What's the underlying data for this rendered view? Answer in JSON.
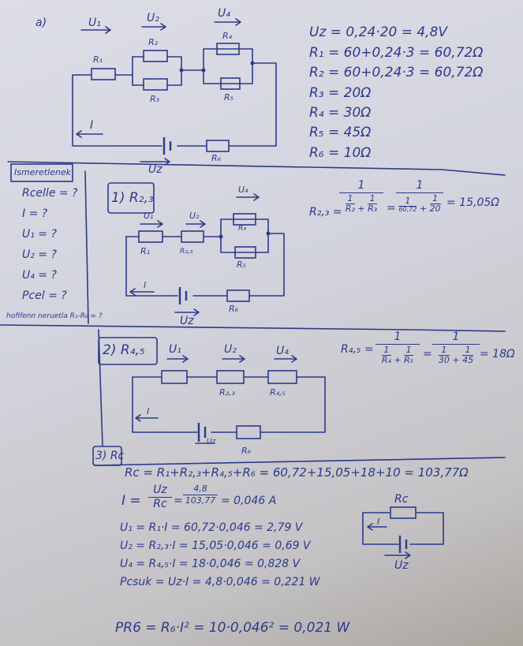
{
  "part_label": "a)",
  "circuit1": {
    "labels": {
      "u1": "U₁",
      "u2": "U₂",
      "u4": "U₄",
      "r1": "R₁",
      "r2": "R₂",
      "r3": "R₃",
      "r4": "R₄",
      "r5": "R₅",
      "r6": "R₆",
      "i": "I",
      "uz": "Uz"
    }
  },
  "given": [
    "Uz = 0,24·20 = 4,8V",
    "R₁ = 60+0,24·3 = 60,72Ω",
    "R₂ = 60+0,24·3 = 60,72Ω",
    "R₃ = 20Ω",
    "R₄ = 30Ω",
    "R₅ = 45Ω",
    "R₆ = 10Ω"
  ],
  "unknowns_box": {
    "title": "Ismeretlenek",
    "items": [
      "Rcelle = ?",
      "I = ?",
      "U₁ = ?",
      "U₂ = ?",
      "U₄ = ?",
      "Pcel = ?"
    ],
    "footer": "hofifenn neruetla R₁-R₆ = ?"
  },
  "step1": {
    "tag": "1) R₂,₃",
    "formula_lhs": "R₂,₃ =",
    "f1_num": "1",
    "f1_den_a_num": "1",
    "f1_den_a_den": "R₂",
    "f1_den_b_num": "1",
    "f1_den_b_den": "R₃",
    "eq": "=",
    "f2_num": "1",
    "f2_den_a_num": "1",
    "f2_den_a_den": "60,72",
    "f2_den_b_num": "1",
    "f2_den_b_den": "20",
    "result": "= 15,05Ω",
    "labels": {
      "u1": "U₁",
      "u2": "U₂",
      "u4": "U₄",
      "r1": "R₁",
      "r23": "R₂,₃",
      "r4": "R₄",
      "r5": "R₅",
      "r6": "R₆",
      "i": "I",
      "uz": "Uz"
    }
  },
  "step2": {
    "tag": "2) R₄,₅",
    "formula_lhs": "R₄,₅ =",
    "f1_num": "1",
    "f1_den_a_num": "1",
    "f1_den_a_den": "R₄",
    "f1_den_b_num": "1",
    "f1_den_b_den": "R₅",
    "eq": "=",
    "f2_num": "1",
    "f2_den_a_num": "1",
    "f2_den_a_den": "30",
    "f2_den_b_num": "1",
    "f2_den_b_den": "45",
    "result": "= 18Ω",
    "labels": {
      "u1": "U₁",
      "u2": "U₂",
      "u4": "U₄",
      "r23": "R₂,₃",
      "r45": "R₄,₅",
      "r6": "R₆",
      "i": "I",
      "uz": "Uz"
    }
  },
  "step3": {
    "tag": "3) Rc",
    "rc_eq": "Rc = R₁+R₂,₃+R₄,₅+R₆ = 60,72+15,05+18+10 = 103,77Ω",
    "i_lhs": "I =",
    "i_frac1_num": "Uz",
    "i_frac1_den": "Rc",
    "i_eq": "=",
    "i_frac2_num": "4,8",
    "i_frac2_den": "103,77",
    "i_result": "= 0,046 A",
    "u1_eq": "U₁ = R₁·I = 60,72·0,046 = 2,79 V",
    "u2_eq": "U₂ = R₂,₃·I = 15,05·0,046 = 0,69 V",
    "u4_eq": "U₄ = R₄,₅·I = 18·0,046 = 0,828 V",
    "p_eq": "Pcsuk = Uz·I = 4,8·0,046 = 0,221 W",
    "pr6_eq": "PR6 = R₆·I² = 10·0,046² = 0,021 W",
    "labels": {
      "rc": "Rc",
      "i": "I",
      "uz": "Uz"
    }
  }
}
